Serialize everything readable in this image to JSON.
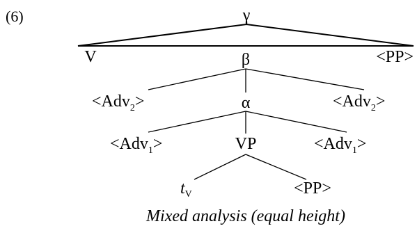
{
  "example_number": "(6)",
  "caption": "Mixed analysis (equal height)",
  "nodes": {
    "gamma": "γ",
    "v": "V",
    "beta": "β",
    "pp_right": "<PP>",
    "adv2_left": {
      "base": "<Adv",
      "sub": "2",
      "end": ">"
    },
    "alpha": "α",
    "adv2_right": {
      "base": "<Adv",
      "sub": "2",
      "end": ">"
    },
    "adv1_left": {
      "base": "<Adv",
      "sub": "1",
      "end": ">"
    },
    "vp": "VP",
    "adv1_right": {
      "base": "<Adv",
      "sub": "1",
      "end": ">"
    },
    "trace": {
      "base": "t",
      "sub": "V"
    },
    "pp_bottom": "<PP>"
  }
}
